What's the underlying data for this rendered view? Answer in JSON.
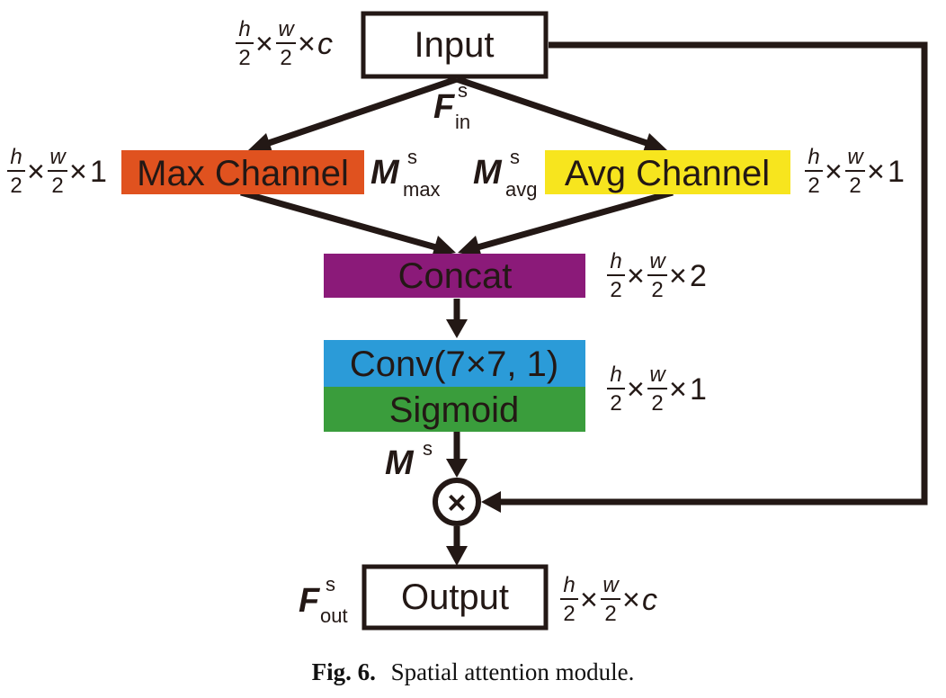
{
  "nodes": {
    "input": "Input",
    "max_channel": "Max Channel",
    "avg_channel": "Avg Channel",
    "concat": "Concat",
    "conv": "Conv(7×7, 1)",
    "sigmoid": "Sigmoid",
    "multiply": "×",
    "output": "Output"
  },
  "colors": {
    "max_channel": "#e0521f",
    "avg_channel": "#f7e51e",
    "concat": "#8b1a79",
    "conv": "#2b9bd8",
    "sigmoid": "#3a9d3c",
    "line": "#231815"
  },
  "symbols": {
    "f_in": {
      "base": "F",
      "sup": "s",
      "sub": "in"
    },
    "m_max": {
      "base": "M",
      "sup": "s",
      "sub": "max"
    },
    "m_avg": {
      "base": "M",
      "sup": "s",
      "sub": "avg"
    },
    "m_s": {
      "base": "M",
      "sup": "s"
    },
    "f_out": {
      "base": "F",
      "sup": "s",
      "sub": "out"
    }
  },
  "dims": {
    "input": {
      "h": "h",
      "w": "w",
      "den": "2",
      "c": "c"
    },
    "max_channel": {
      "h": "h",
      "w": "w",
      "den": "2",
      "c": "1"
    },
    "avg_channel": {
      "h": "h",
      "w": "w",
      "den": "2",
      "c": "1"
    },
    "concat": {
      "h": "h",
      "w": "w",
      "den": "2",
      "c": "2"
    },
    "conv_sigmoid": {
      "h": "h",
      "w": "w",
      "den": "2",
      "c": "1"
    },
    "output": {
      "h": "h",
      "w": "w",
      "den": "2",
      "c": "c"
    }
  },
  "times": "×",
  "caption": {
    "label": "Fig. 6.",
    "text": "Spatial attention module."
  }
}
